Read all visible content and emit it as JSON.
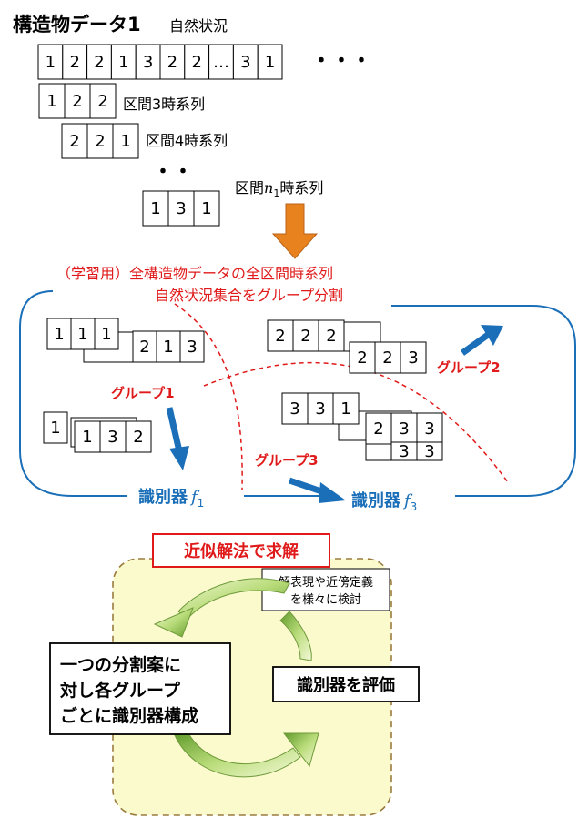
{
  "title": "構造物データ1",
  "subtitle": "自然状況",
  "natural_sequence": [
    "1",
    "2",
    "2",
    "1",
    "3",
    "2",
    "2",
    "…",
    "3",
    "1"
  ],
  "ellipsis_h": "・・・",
  "ellipsis_v": "・・",
  "interval3": {
    "cells": [
      "1",
      "2",
      "2"
    ],
    "label": "区間3時系列"
  },
  "interval4": {
    "cells": [
      "2",
      "2",
      "1"
    ],
    "label": "区間4時系列"
  },
  "interval_n": {
    "cells": [
      "1",
      "3",
      "1"
    ],
    "label_pre": "区間",
    "label_var": "n",
    "label_sub": "1",
    "label_post": "時系列"
  },
  "caption_line1": "（学習用）全構造物データの全区間時系列",
  "caption_line2": "自然状況集合をグループ分割",
  "group1": {
    "label_text": "グループ",
    "label_num": "1",
    "stack_a": [
      "1",
      "1",
      "1"
    ],
    "stack_b": [
      "2",
      "1",
      "3"
    ],
    "stack_c": [
      "1",
      "3",
      "2"
    ],
    "stack_c_back": "1"
  },
  "group2": {
    "label_text": "グループ",
    "label_num": "2",
    "stack_a": [
      "2",
      "2",
      "2"
    ],
    "stack_b": [
      "2",
      "2",
      "3"
    ]
  },
  "group3": {
    "label_text": "グループ",
    "label_num": "3",
    "stack_a": [
      "3",
      "3",
      "1"
    ],
    "stack_b": [
      "2",
      "3",
      "3"
    ]
  },
  "classifier1": {
    "text": "識別器",
    "var": "f",
    "sub": "1"
  },
  "classifier3": {
    "text": "識別器",
    "var": "f",
    "sub": "3"
  },
  "approx_title": "近似解法で求解",
  "note_line1": "解表現や近傍定義",
  "note_line2": "を様々に検討",
  "step1": [
    "一つの分割案に",
    "対し各グループ",
    "ごとに識別器構成"
  ],
  "step2": "識別器を評価",
  "colors": {
    "accent_red": "#e01a1a",
    "classifier_blue": "#1a6fb8",
    "arrow_orange": "#e8821e",
    "panel_fill": "#fafacc",
    "panel_border": "#9a7b3e",
    "cycle_green": "#8cc63f"
  }
}
